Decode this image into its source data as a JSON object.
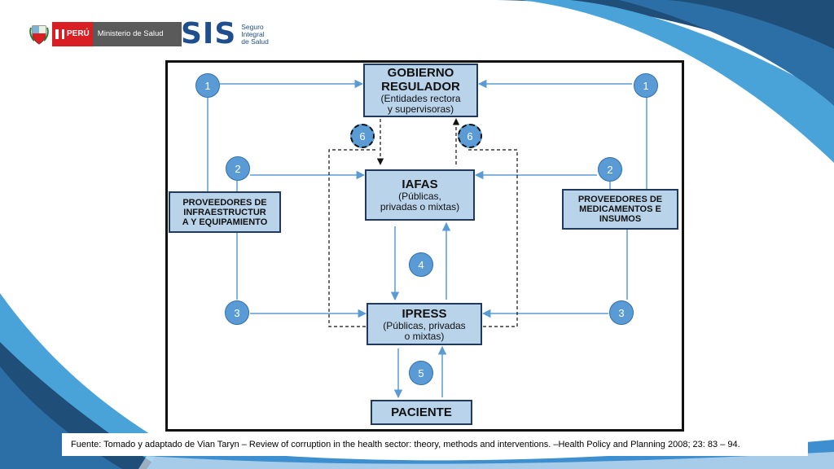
{
  "header": {
    "minsa": {
      "country": "PERÚ",
      "ministry": "Ministerio de Salud",
      "shield_icon": "peru-coat-of-arms-icon"
    },
    "sis": {
      "acronym": "SIS",
      "line1": "Seguro",
      "line2": "Integral",
      "line3": "de Salud"
    }
  },
  "diagram": {
    "nodes": {
      "gobierno": {
        "title1": "GOBIERNO",
        "title2": "REGULADOR",
        "sub1": "(Entidades rectora",
        "sub2": "y supervisoras)"
      },
      "iafas": {
        "title": "IAFAS",
        "sub1": "(Públicas,",
        "sub2": "privadas o mixtas)"
      },
      "ipress": {
        "title": "IPRESS",
        "sub1": "(Públicas, privadas",
        "sub2": "o mixtas)"
      },
      "paciente": {
        "title": "PACIENTE"
      },
      "prov_infra": {
        "line1": "PROVEEDORES DE",
        "line2": "INFRAESTRUCTUR",
        "line3": "A Y EQUIPAMIENTO"
      },
      "prov_med": {
        "line1": "PROVEEDORES DE",
        "line2": "MEDICAMENTOS E",
        "line3": "INSUMOS"
      }
    },
    "circles": {
      "c1_left": "1",
      "c1_right": "1",
      "c2_left": "2",
      "c2_right": "2",
      "c3_left": "3",
      "c3_right": "3",
      "c4": "4",
      "c5": "5",
      "c6_left": "6",
      "c6_right": "6"
    },
    "colors": {
      "box_fill": "#b9d3ea",
      "box_border": "#1f3a5c",
      "circle": "#5b9bd5",
      "arrow": "#5b9bd5"
    }
  },
  "footer": {
    "source": "Fuente: Tomado y adaptado de Vian Taryn – Review of corruption in the health sector: theory, methods and interventions. –Health Policy and Planning 2008; 23: 83 – 94."
  }
}
